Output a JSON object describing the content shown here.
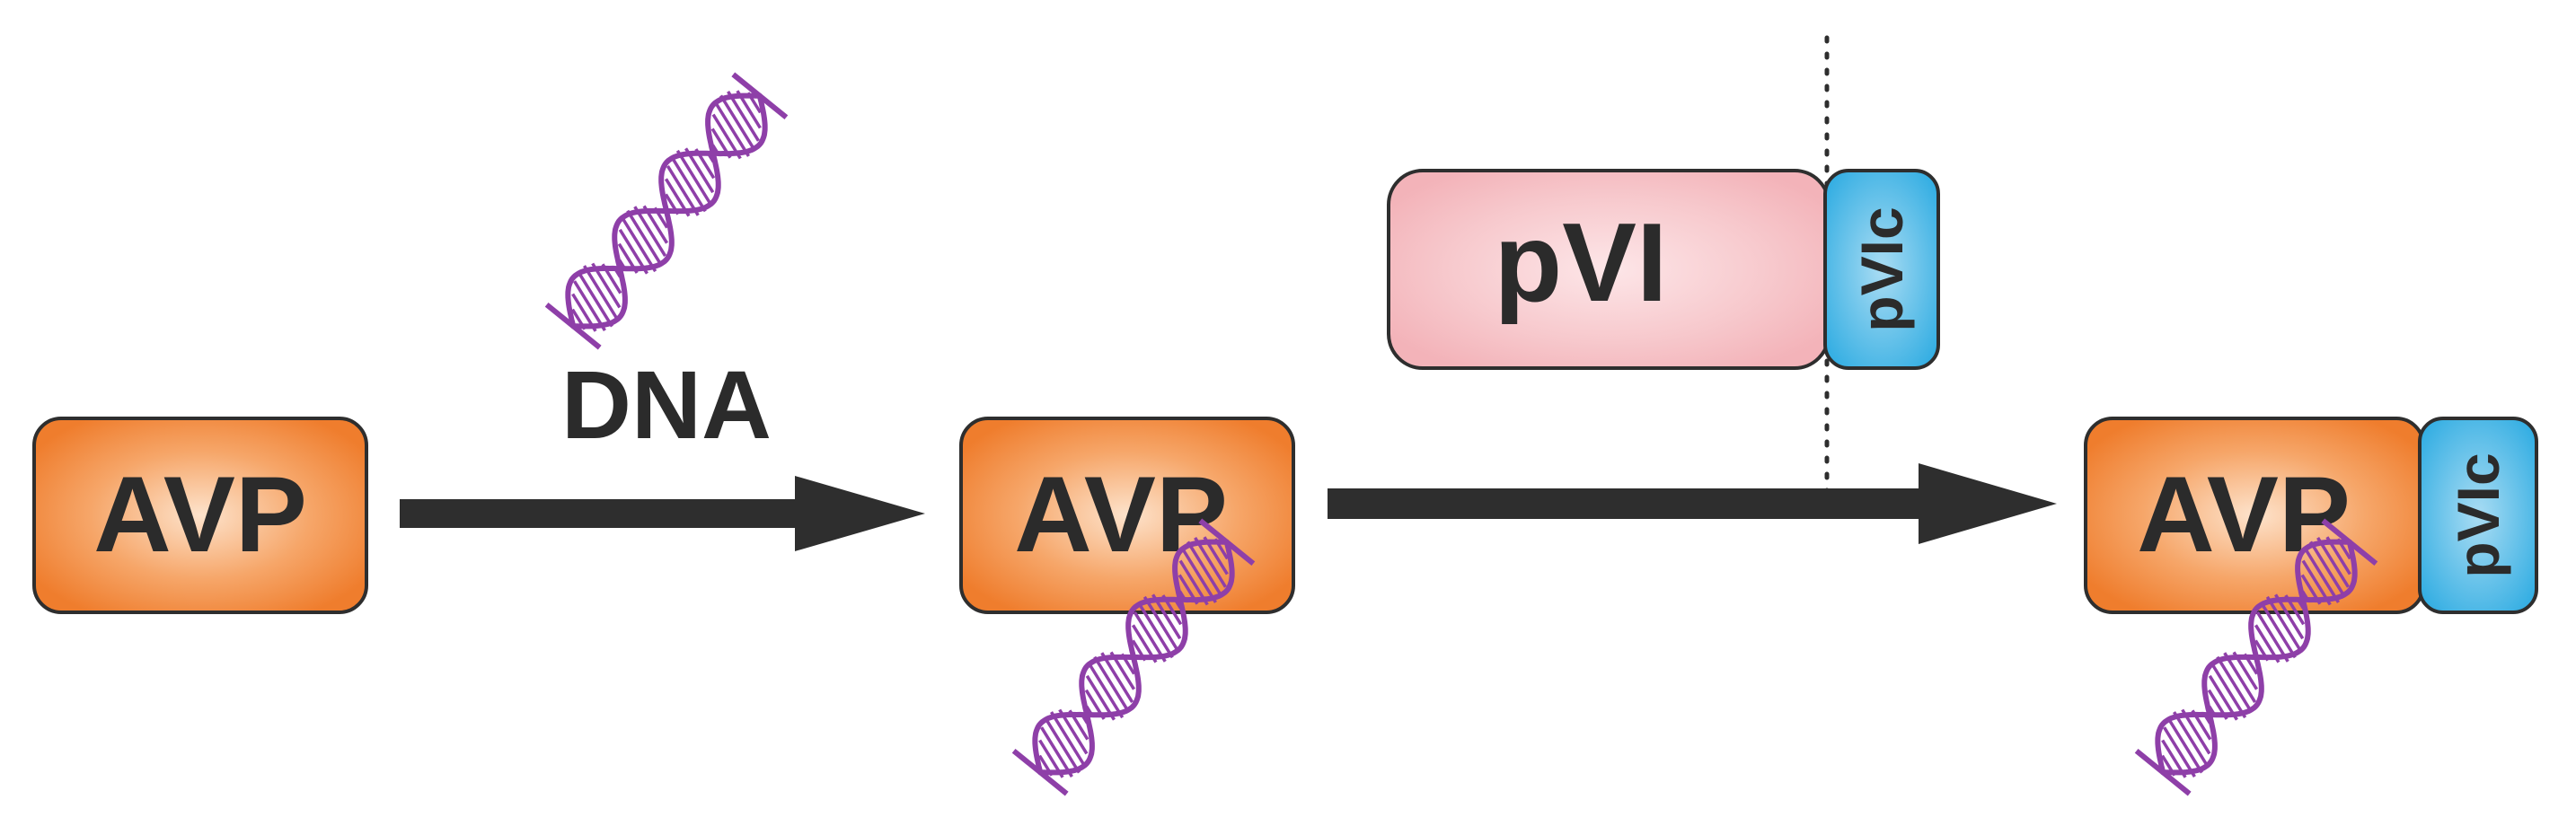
{
  "labels": {
    "avp_1": "AVP",
    "avp_2": "AVP",
    "avp_3": "AVP",
    "dna": "DNA",
    "pvi": "pVI",
    "pvic_1": "pVIc",
    "pvic_2": "pVIc"
  },
  "colors": {
    "avp_fill": "#ef7d2d",
    "avp_center": "#fde3cc",
    "pvi_fill": "#f3b3b9",
    "pvi_center": "#fde6e8",
    "pvic_fill": "#27a9e1",
    "pvic_center": "#a9dcf3",
    "dna": "#8e3fa8",
    "arrow": "#2e2e2e",
    "outline": "#2e2e2e",
    "text": "#2b2b2b"
  },
  "icons": [
    "dna-helix-icon",
    "arrow-right-icon",
    "cleavage-site-dotted-line"
  ]
}
